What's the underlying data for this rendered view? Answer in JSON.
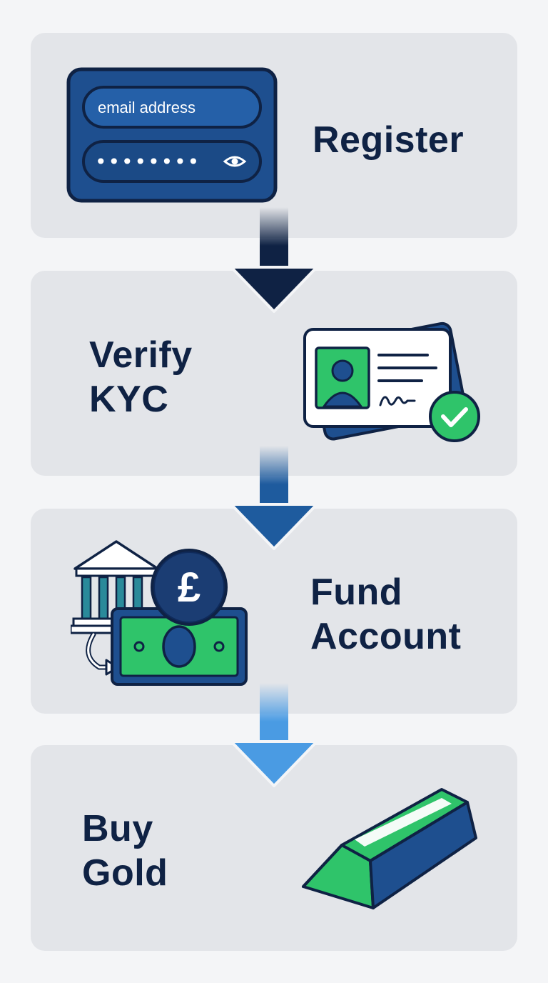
{
  "steps": [
    {
      "id": "register",
      "label_lines": [
        "Register"
      ],
      "icon": "login-form-icon",
      "form": {
        "email_placeholder": "email address",
        "password_mask": "••••••••"
      }
    },
    {
      "id": "verify-kyc",
      "label_lines": [
        "Verify",
        "KYC"
      ],
      "icon": "id-card-verified-icon"
    },
    {
      "id": "fund-account",
      "label_lines": [
        "Fund",
        "Account"
      ],
      "icon": "bank-transfer-pound-icon",
      "currency_symbol": "£"
    },
    {
      "id": "buy-gold",
      "label_lines": [
        "Buy",
        "Gold"
      ],
      "icon": "gold-bar-icon"
    }
  ],
  "colors": {
    "navy": "#0f2244",
    "blue": "#1e4f8f",
    "green": "#2fc46a",
    "card_bg": "#e3e5e9",
    "page_bg": "#f4f5f7",
    "arrow_1": "#0f2244",
    "arrow_2": "#1e5b9e",
    "arrow_3": "#4a9be3"
  }
}
